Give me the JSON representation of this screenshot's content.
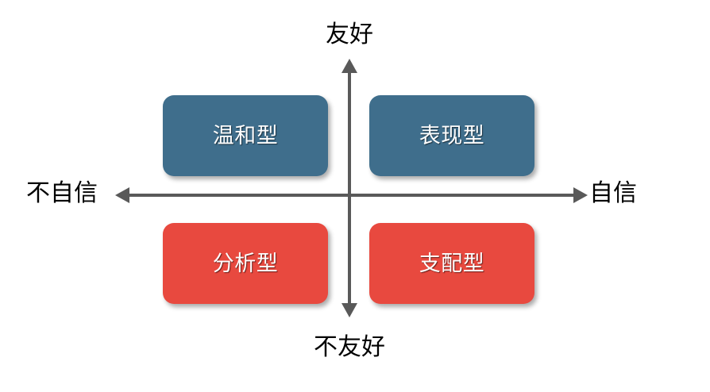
{
  "diagram": {
    "type": "2x2-quadrant-matrix",
    "colors": {
      "background": "#ffffff",
      "axis": "#595959",
      "friendly_quadrant_fill": "#3F6E8C",
      "unfriendly_quadrant_fill": "#E8493F",
      "box_text": "#ffffff",
      "axis_label_text": "#000000"
    },
    "axes": {
      "vertical": {
        "top_label": "友好",
        "bottom_label": "不友好",
        "arrow_up_icon": "arrow-up-icon",
        "arrow_down_icon": "arrow-down-icon"
      },
      "horizontal": {
        "left_label": "不自信",
        "right_label": "自信",
        "arrow_left_icon": "arrow-left-icon",
        "arrow_right_icon": "arrow-right-icon"
      }
    },
    "quadrants": [
      {
        "id": "top-left",
        "label": "温和型",
        "fill": "#3F6E8C",
        "x_axis_value": "不自信",
        "y_axis_value": "友好"
      },
      {
        "id": "top-right",
        "label": "表现型",
        "fill": "#3F6E8C",
        "x_axis_value": "自信",
        "y_axis_value": "友好"
      },
      {
        "id": "bottom-left",
        "label": "分析型",
        "fill": "#E8493F",
        "x_axis_value": "不自信",
        "y_axis_value": "不友好"
      },
      {
        "id": "bottom-right",
        "label": "支配型",
        "fill": "#E8493F",
        "x_axis_value": "自信",
        "y_axis_value": "不友好"
      }
    ]
  }
}
